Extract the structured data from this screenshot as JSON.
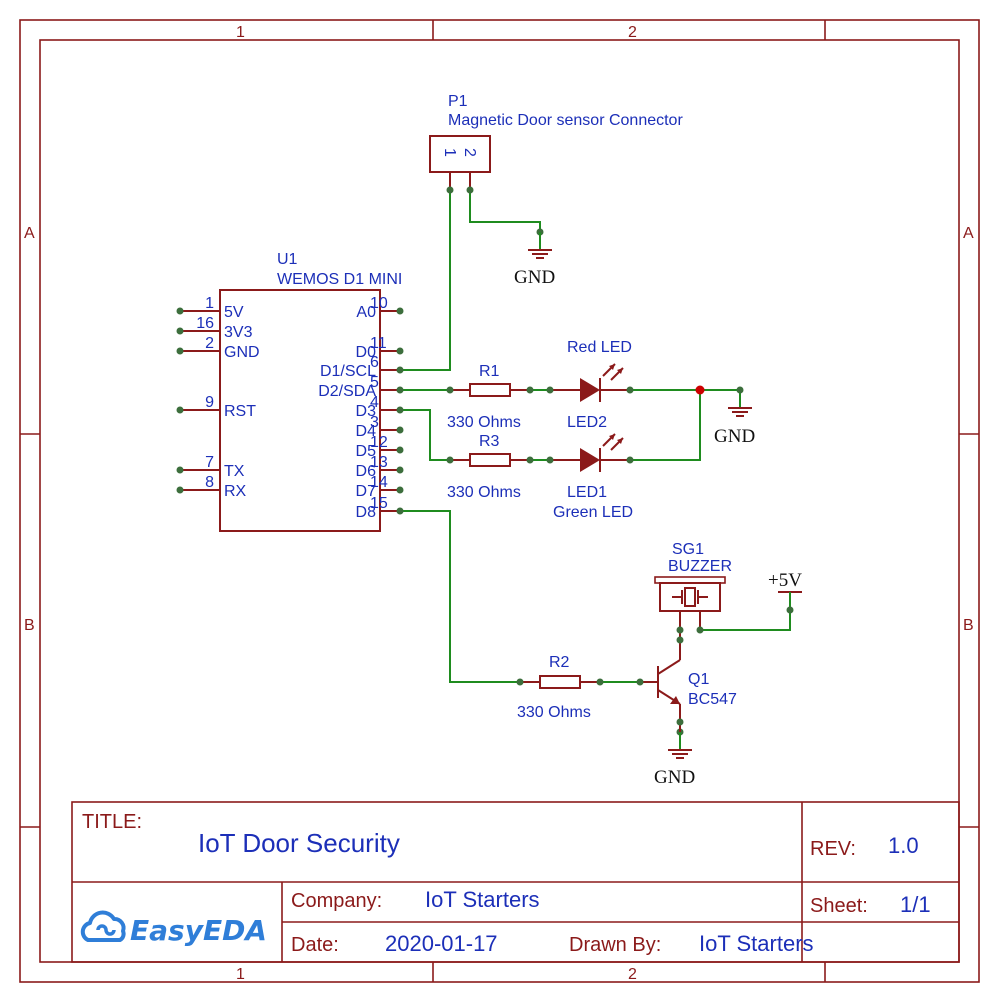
{
  "frame": {
    "columns": [
      "1",
      "2"
    ],
    "rows": [
      "A",
      "B"
    ]
  },
  "connector": {
    "designator": "P1",
    "value": "Magnetic Door sensor Connector",
    "pins": [
      "1",
      "2"
    ]
  },
  "module": {
    "designator": "U1",
    "value": "WEMOS D1 MINI",
    "left_pins": [
      {
        "num": "1",
        "name": "5V"
      },
      {
        "num": "16",
        "name": "3V3"
      },
      {
        "num": "2",
        "name": "GND"
      },
      {
        "num": "9",
        "name": "RST"
      },
      {
        "num": "7",
        "name": "TX"
      },
      {
        "num": "8",
        "name": "RX"
      }
    ],
    "right_pins": [
      {
        "num": "10",
        "name": "A0"
      },
      {
        "num": "11",
        "name": "D0"
      },
      {
        "num": "6",
        "name": "D1/SCL"
      },
      {
        "num": "5",
        "name": "D2/SDA"
      },
      {
        "num": "4",
        "name": "D3"
      },
      {
        "num": "3",
        "name": "D4"
      },
      {
        "num": "12",
        "name": "D5"
      },
      {
        "num": "13",
        "name": "D6"
      },
      {
        "num": "14",
        "name": "D7"
      },
      {
        "num": "15",
        "name": "D8"
      }
    ]
  },
  "resistors": {
    "r1": {
      "designator": "R1",
      "value": "330 Ohms"
    },
    "r2": {
      "designator": "R2",
      "value": "330 Ohms"
    },
    "r3": {
      "designator": "R3",
      "value": "330 Ohms"
    }
  },
  "leds": {
    "red": {
      "designator": "LED2",
      "value": "Red LED"
    },
    "green": {
      "designator": "LED1",
      "value": "Green LED"
    }
  },
  "buzzer": {
    "designator": "SG1",
    "value": "BUZZER"
  },
  "transistor": {
    "designator": "Q1",
    "value": "BC547"
  },
  "power": {
    "gnd": "GND",
    "vcc": "+5V"
  },
  "title_block": {
    "title_label": "TITLE:",
    "title": "IoT Door Security",
    "rev_label": "REV:",
    "rev": "1.0",
    "company_label": "Company:",
    "company": "IoT Starters",
    "sheet_label": "Sheet:",
    "sheet": "1/1",
    "date_label": "Date:",
    "date": "2020-01-17",
    "drawn_label": "Drawn By:",
    "drawn_by": "IoT Starters",
    "logo": "EasyEDA"
  },
  "colors": {
    "frame": "#8b1a1a",
    "wire": "#1f8c1f",
    "text": "#1c2fb8",
    "logo": "#2f7ed8"
  }
}
